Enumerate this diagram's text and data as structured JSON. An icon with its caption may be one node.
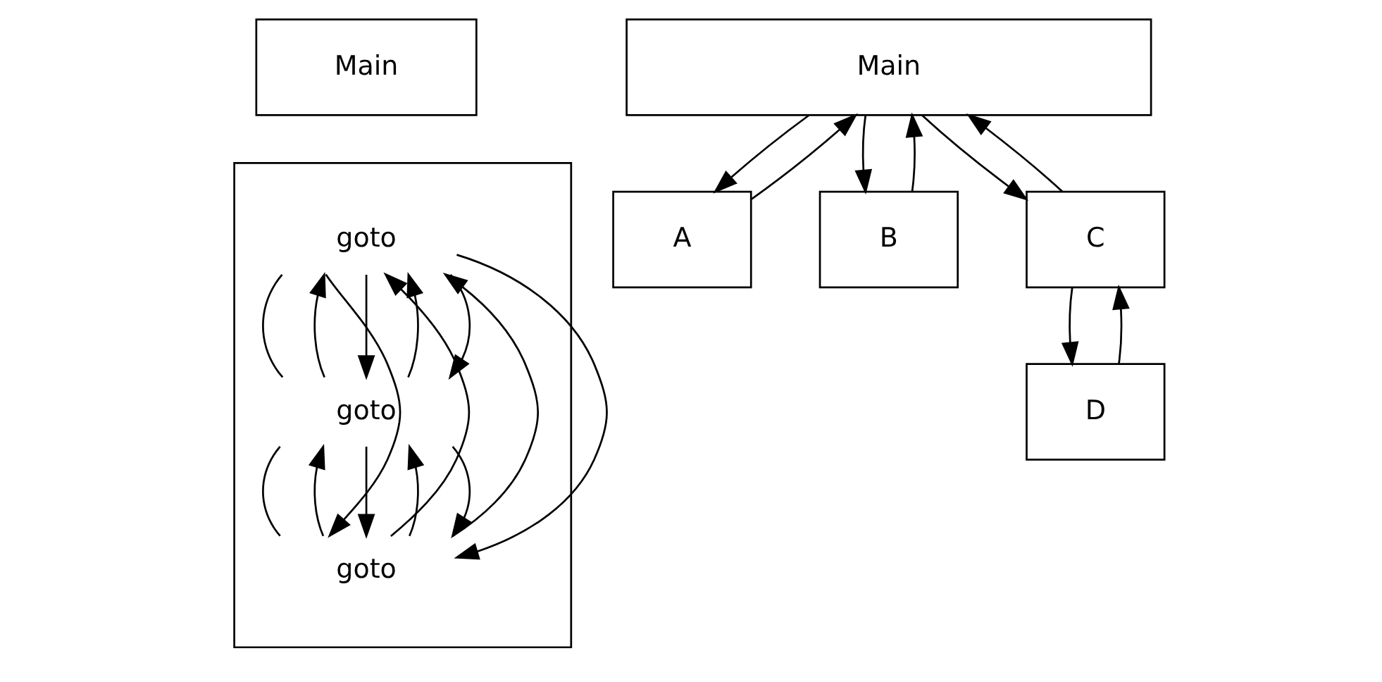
{
  "diagram": {
    "nodes": [
      {
        "text": [
          "Main"
        ]
      },
      {
        "text": [],
        "shape": "box"
      },
      {
        "text": [
          "goto"
        ],
        "in": 1
      },
      {
        "text": [
          "goto"
        ],
        "in": 1
      },
      {
        "text": [
          "goto"
        ],
        "in": 1
      },
      {
        "text": [
          "Main"
        ]
      },
      {
        "text": [
          "A"
        ]
      },
      {
        "text": [
          "B"
        ]
      },
      {
        "text": [
          "C"
        ]
      },
      {
        "text": [
          "D"
        ]
      }
    ],
    "edges": [
      {
        "from": 2,
        "to": 3,
        "arrow": "none"
      },
      {
        "from": 3,
        "to": 4,
        "arrow": "none"
      },
      {
        "from": 4,
        "to": 2,
        "arrow": "to"
      },
      {
        "from": 3,
        "to": 2,
        "arrow": "to"
      },
      {
        "from": 2,
        "to": 3,
        "arrow": "to"
      },
      {
        "from": 4,
        "to": 3,
        "arrow": "to"
      },
      {
        "from": 3,
        "to": 4,
        "arrow": "to"
      },
      {
        "from": 2,
        "to": 4,
        "arrow": "to"
      },
      {
        "from": 4,
        "to": 2,
        "arrow": "to"
      },
      {
        "from": 3,
        "to": 2,
        "arrow": "to"
      },
      {
        "from": 2,
        "to": 3,
        "arrow": "to"
      },
      {
        "from": 4,
        "to": 3,
        "arrow": "to"
      },
      {
        "from": 3,
        "to": 4,
        "arrow": "to"
      },
      {
        "from": 2,
        "to": 4,
        "arrow": "to"
      },
      {
        "from": 6,
        "to": 5,
        "arrow": "to"
      },
      {
        "from": 5,
        "to": 6,
        "arrow": "to"
      },
      {
        "from": 7,
        "to": 5,
        "arrow": "to"
      },
      {
        "from": 5,
        "to": 7,
        "arrow": "to"
      },
      {
        "from": 5,
        "to": 8,
        "arrow": "to"
      },
      {
        "from": 8,
        "to": 5,
        "arrow": "to"
      },
      {
        "from": 8,
        "to": 9,
        "arrow": "to"
      },
      {
        "from": 9,
        "to": 8,
        "arrow": "to"
      }
    ]
  }
}
